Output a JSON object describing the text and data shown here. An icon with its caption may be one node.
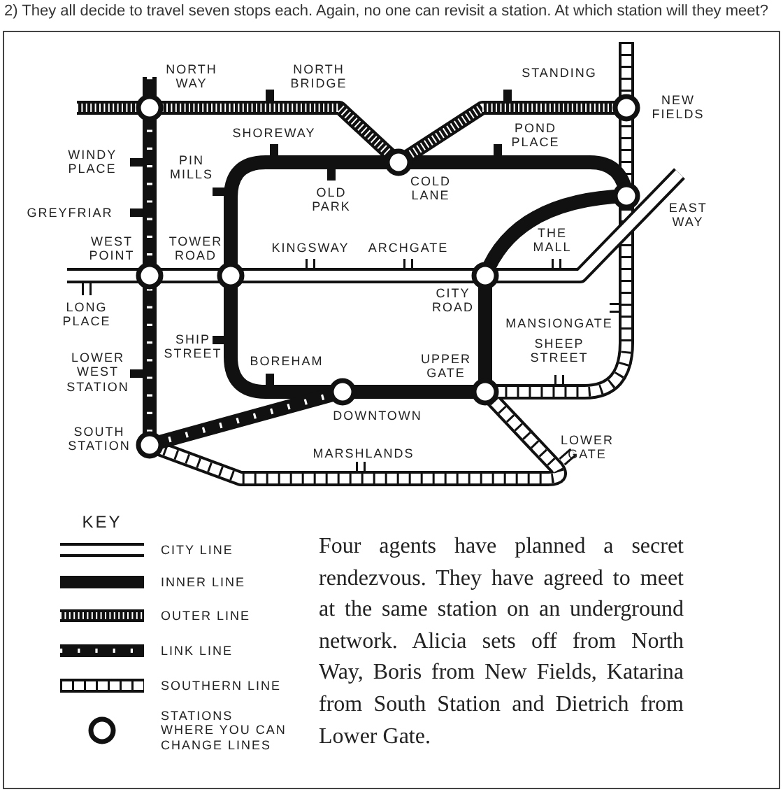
{
  "diagram": {
    "title": "2) They all decide to travel seven stops each. Again, no one can revisit a station. At which station will they meet?",
    "labels": [
      "NORTH WAY",
      "NORTH BRIDGE",
      "STANDING",
      "NEW FIELDS",
      "SHOREWAY",
      "POND PLACE",
      "WINDY PLACE",
      "PIN MILLS",
      "COLD LANE",
      "OLD PARK",
      "GREYFRIAR",
      "EAST WAY",
      "WEST POINT",
      "TOWER ROAD",
      "KINGSWAY",
      "ARCHGATE",
      "THE MALL",
      "CITY ROAD",
      "LONG PLACE",
      "MANSIONGATE",
      "SHIP STREET",
      "SHEEP STREET",
      "BOREHAM",
      "UPPER GATE",
      "LOWER WEST STATION",
      "DOWNTOWN",
      "SOUTH STATION",
      "LOWER GATE",
      "MARSHLANDS",
      "KEY",
      "Four agents have planned a secret rendezvous. They have agreed to meet at the same station on an underground network. Alicia sets off from North Way, Boris from New Fields, Katarina from South Station and Dietrich from Lower Gate."
    ],
    "legend": [
      {
        "text": "CITY LINE"
      },
      {
        "text": "INNER LINE"
      },
      {
        "text": "OUTER LINE"
      },
      {
        "text": "LINK LINE"
      },
      {
        "text": "SOUTHERN LINE"
      },
      {
        "text": "STATIONS WHERE YOU CAN CHANGE LINES"
      }
    ]
  }
}
